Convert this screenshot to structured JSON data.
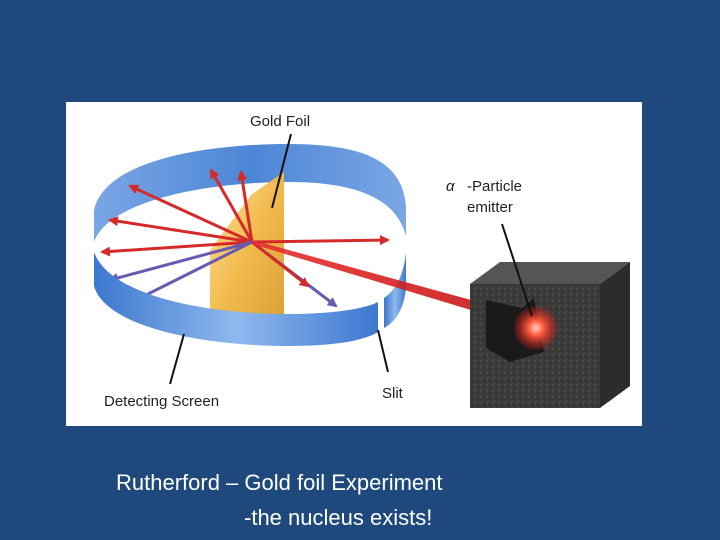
{
  "colors": {
    "background": "#1f497d",
    "panel": "#ffffff",
    "ring": "#4a86d8",
    "foil": "#f0b340",
    "beam": "#d81e1e",
    "scattered_arrow": "#d42a2a",
    "outer_arrow": "#6a5ab0",
    "emitter_box": "#3a3a3a",
    "caption_text": "#ffffff"
  },
  "diagram": {
    "labels": {
      "gold_foil": "Gold Foil",
      "alpha_symbol": "α",
      "alpha_particle": "-Particle",
      "emitter": "emitter",
      "detecting_screen": "Detecting Screen",
      "slit": "Slit"
    }
  },
  "caption": {
    "line1": "Rutherford – Gold foil Experiment",
    "line2": "-the nucleus exists!"
  }
}
